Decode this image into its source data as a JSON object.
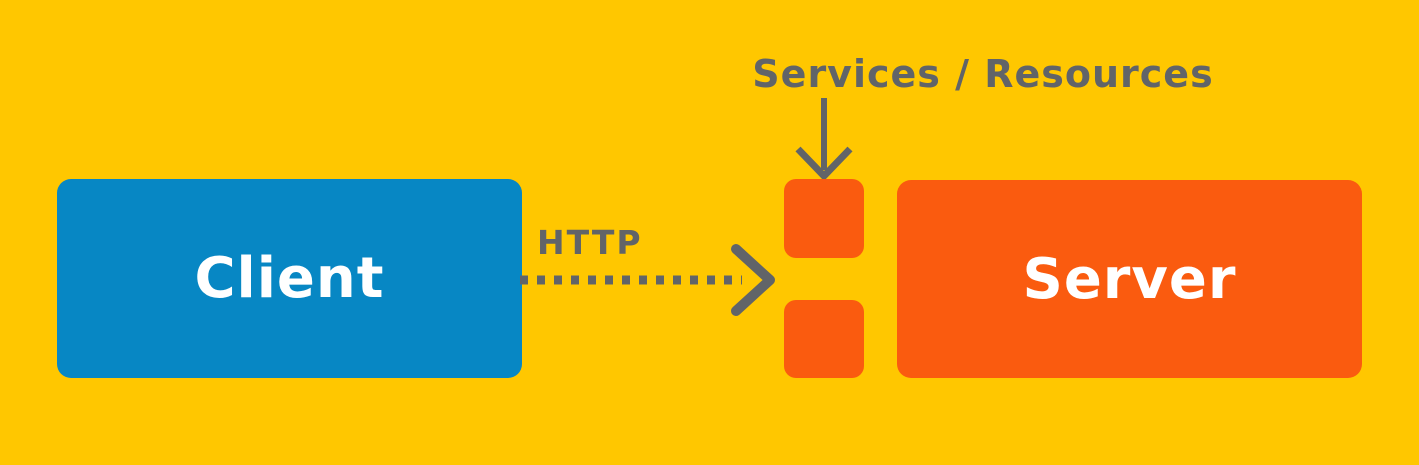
{
  "diagram": {
    "title": "Client Server HTTP diagram",
    "client": {
      "label": "Client"
    },
    "server": {
      "label": "Server"
    },
    "http_arrow": {
      "label": "HTTP",
      "direction": "left-to-right",
      "style": "dotted"
    },
    "services": {
      "label": "Services / Resources",
      "square_count": 2
    },
    "colors": {
      "background": "#FFC700",
      "client_blue": "#0787C4",
      "server_orange": "#FA5B0F",
      "connector_gray": "#616468",
      "node_text": "#FFFFFF"
    }
  }
}
